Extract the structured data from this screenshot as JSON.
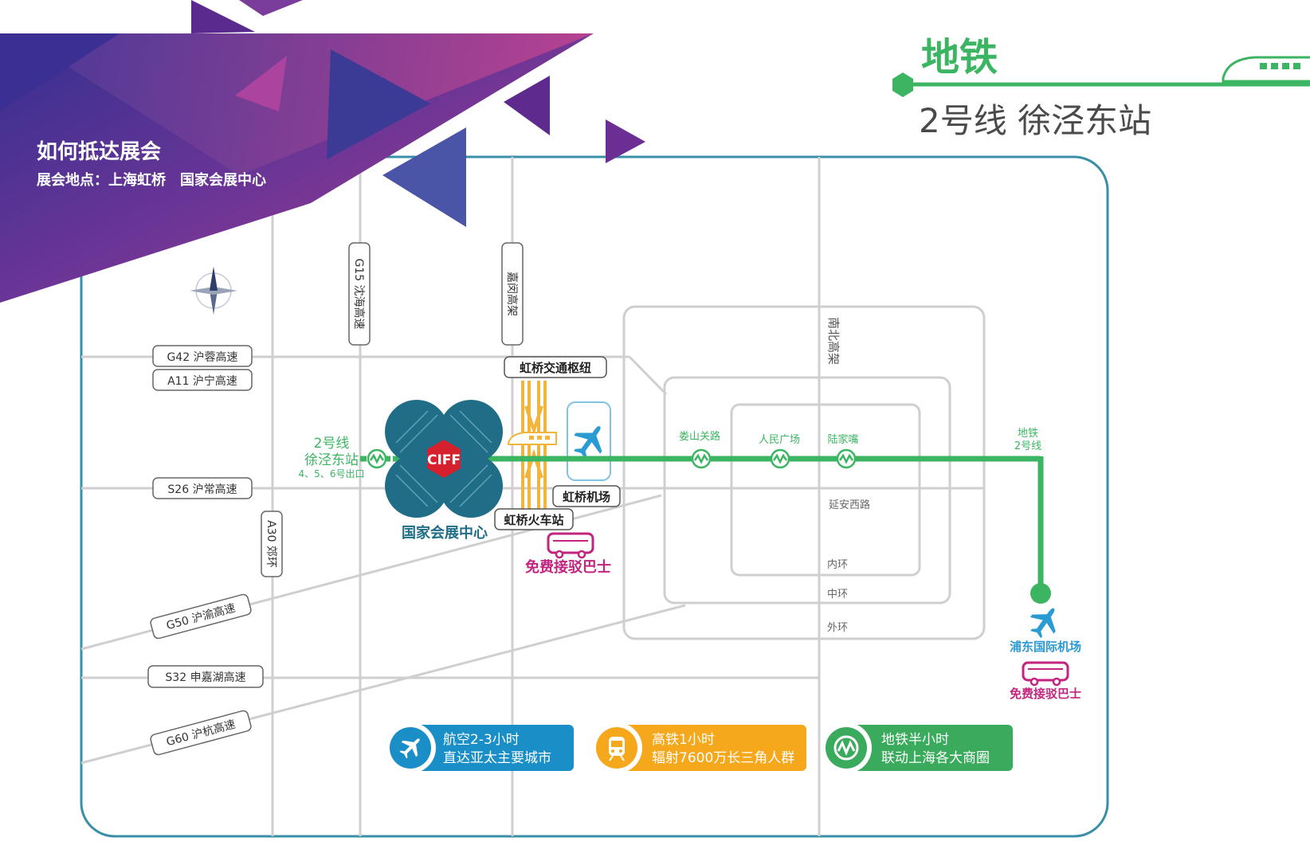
{
  "header": {
    "title": "如何抵达展会",
    "subtitle": "展会地点：上海虹桥　国家会展中心"
  },
  "metro_header": {
    "title": "地铁",
    "line_station": "2号线 徐泾东站"
  },
  "roads": {
    "g15": "G15 沈海高速",
    "jiamin": "嘉闵高架",
    "nanbei": "南北高架",
    "g42": "G42 沪蓉高速",
    "a11": "A11 沪宁高速",
    "s26": "S26 沪常高速",
    "a30": "A30 郊环",
    "g50": "G50 沪渝高速",
    "s32": "S32 申嘉湖高速",
    "g60": "G60 沪杭高速",
    "yanan": "延安西路",
    "inner_ring": "内环",
    "middle_ring": "中环",
    "outer_ring": "外环"
  },
  "places": {
    "hub": "虹桥交通枢纽",
    "hongqiao_airport": "虹桥机场",
    "hongqiao_station": "虹桥火车站",
    "venue": "国家会展中心",
    "venue_logo": "CIFF",
    "free_bus": "免费接驳巴士",
    "pudong_airport": "浦东国际机场",
    "pudong_bus": "免费接驳巴士"
  },
  "metro": {
    "line_label": "2号线",
    "station": "徐泾东站",
    "exits": "4、5、6号出口",
    "stations": [
      "娄山关路",
      "人民广场",
      "陆家嘴"
    ],
    "end_label_1": "地铁",
    "end_label_2": "2号线"
  },
  "info_boxes": [
    {
      "icon": "airplane-icon",
      "line1": "航空2-3小时",
      "line2": "直达亚太主要城市",
      "color": "#1a8fc7"
    },
    {
      "icon": "train-icon",
      "line1": "高铁1小时",
      "line2": "辐射7600万长三角人群",
      "color": "#f5a81c"
    },
    {
      "icon": "metro-icon",
      "line1": "地铁半小时",
      "line2": "联动上海各大商圈",
      "color": "#3aaa5c"
    }
  ],
  "colors": {
    "metro_green": "#3cb563",
    "venue_teal": "#1f6d86",
    "bus_magenta": "#c2247e",
    "airport_blue": "#2a9bd3",
    "rail_orange": "#f2b43a",
    "road_gray": "#c9c9c9",
    "frame_teal": "#3a8fa8"
  }
}
